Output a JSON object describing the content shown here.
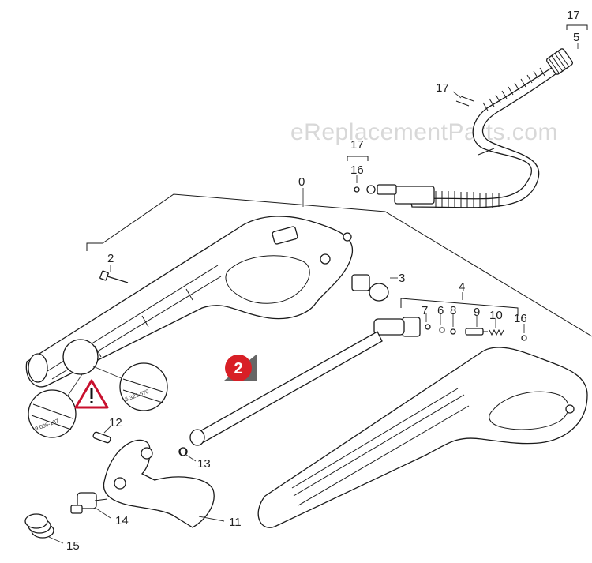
{
  "watermark": "eReplacementParts.com",
  "page_badge": "2",
  "callouts": {
    "p0": "0",
    "p2": "2",
    "p3": "3",
    "p4": "4",
    "p5": "5",
    "p6": "6",
    "p7": "7",
    "p8": "8",
    "p9": "9",
    "p10": "10",
    "p11": "11",
    "p12": "12",
    "p13": "13",
    "p14": "14",
    "p15": "15",
    "p16a": "16",
    "p16b": "16",
    "p17a": "17",
    "p17b": "17",
    "p17c": "17"
  },
  "detail_labels": {
    "left": "9.036-137",
    "right": "5.321-570"
  },
  "colors": {
    "badge": "#d81f26",
    "warning": "#c8102e"
  },
  "icons": {
    "warning": "warning-triangle-icon",
    "badge": "page-badge-icon"
  }
}
